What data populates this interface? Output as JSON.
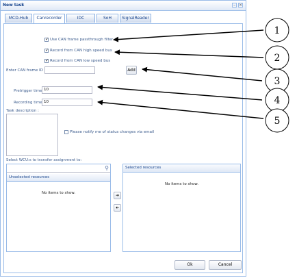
{
  "window": {
    "title": "New task"
  },
  "tabs": [
    {
      "label": "MCD-Hub"
    },
    {
      "label": "Canrecorder"
    },
    {
      "label": "IDC"
    },
    {
      "label": "SoH"
    },
    {
      "label": "SignalReader"
    }
  ],
  "form": {
    "checkboxes": [
      {
        "label": "Use CAN frame passthrough filter",
        "checked": true
      },
      {
        "label": "Record from CAN high speed bus",
        "checked": true
      },
      {
        "label": "Record from CAN low speed bus",
        "checked": true
      }
    ],
    "can_frame_label": "Enter CAN frame ID :",
    "can_frame_value": "",
    "add_label": "Add",
    "pretrigger_label": "Pretrigger time :",
    "pretrigger_value": "10",
    "recording_label": "Recording time :",
    "recording_value": "10",
    "task_desc_label": "Task description :",
    "notify_label": "Please notify me of status changes via email",
    "notify_checked": false
  },
  "resources": {
    "select_label": "Select WCU:s to transfer assignment to:",
    "unselected_header": "Unselected resources",
    "selected_header": "Selected resources",
    "empty_text": "No items to show."
  },
  "footer": {
    "ok_label": "Ok",
    "cancel_label": "Cancel"
  },
  "callouts": [
    "1",
    "2",
    "3",
    "4",
    "5"
  ]
}
